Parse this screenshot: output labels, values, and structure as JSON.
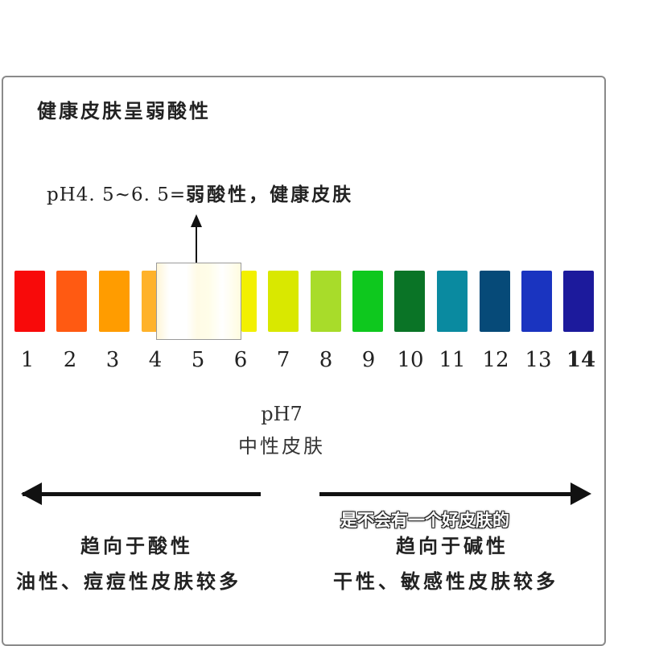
{
  "diagram": {
    "title": "健康皮肤呈弱酸性",
    "healthy_range": {
      "prefix": "pH4. 5~6. 5=",
      "text": "弱酸性，健康皮肤"
    },
    "neutral": {
      "ph": "pH7",
      "label": "中性皮肤"
    },
    "acidic_side": {
      "line1": "趋向于酸性",
      "line2": "油性、痘痘性皮肤较多"
    },
    "alkaline_side": {
      "line1": "趋向于碱性",
      "line2": "干性、敏感性皮肤较多"
    },
    "scale": {
      "ticks": [
        "1",
        "2",
        "3",
        "4",
        "5",
        "6",
        "7",
        "8",
        "9",
        "10",
        "11",
        "12",
        "13",
        "14"
      ],
      "colors": [
        "#f80a0a",
        "#ff5a12",
        "#ff9c00",
        "#ffb22a",
        "#fff6e0",
        "#fffbe6",
        "#f2f000",
        "#d9e800",
        "#a8dc2a",
        "#0ec81e",
        "#0a7426",
        "#0a8aa0",
        "#064a78",
        "#1a34c0",
        "#1c1a9c"
      ],
      "highlight_range": [
        4.5,
        6.5
      ]
    }
  },
  "video_subtitle": "是不会有一个好皮肤的"
}
